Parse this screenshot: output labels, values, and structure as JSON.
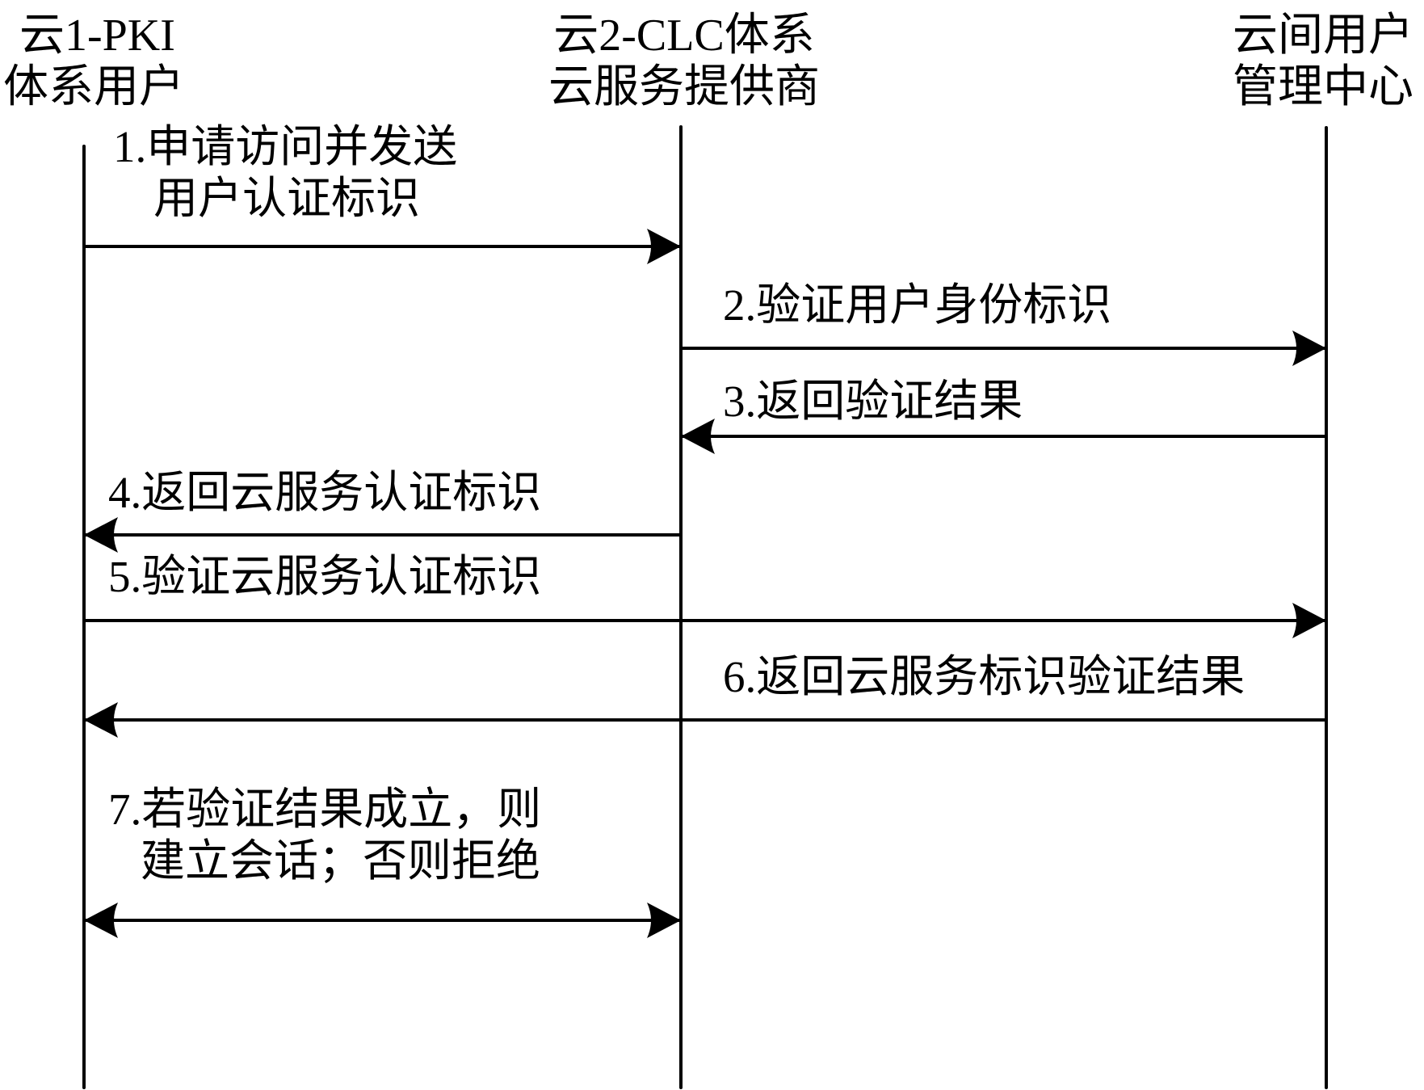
{
  "colors": {
    "stroke": "#000000",
    "background": "#ffffff",
    "text": "#000000"
  },
  "actors": [
    {
      "id": "pki_user",
      "lines": [
        "云1-PKI",
        "体系用户"
      ]
    },
    {
      "id": "clc_provider",
      "lines": [
        "云2-CLC体系",
        "云服务提供商"
      ]
    },
    {
      "id": "mgmt_center",
      "lines": [
        "云间用户",
        "管理中心"
      ]
    }
  ],
  "messages": [
    {
      "from": "pki_user",
      "to": "clc_provider",
      "direction": "right",
      "lines": [
        "1.申请访问并发送",
        "用户认证标识"
      ]
    },
    {
      "from": "clc_provider",
      "to": "mgmt_center",
      "direction": "right",
      "lines": [
        "2.验证用户身份标识"
      ]
    },
    {
      "from": "mgmt_center",
      "to": "clc_provider",
      "direction": "left",
      "lines": [
        "3.返回验证结果"
      ]
    },
    {
      "from": "clc_provider",
      "to": "pki_user",
      "direction": "left",
      "lines": [
        "4.返回云服务认证标识"
      ]
    },
    {
      "from": "pki_user",
      "to": "mgmt_center",
      "direction": "right",
      "lines": [
        "5.验证云服务认证标识"
      ]
    },
    {
      "from": "mgmt_center",
      "to": "pki_user",
      "direction": "left",
      "lines": [
        "6.返回云服务标识验证结果"
      ]
    },
    {
      "from": "pki_user",
      "to": "clc_provider",
      "direction": "both",
      "lines": [
        "7.若验证结果成立，则",
        "建立会话；否则拒绝"
      ]
    }
  ]
}
